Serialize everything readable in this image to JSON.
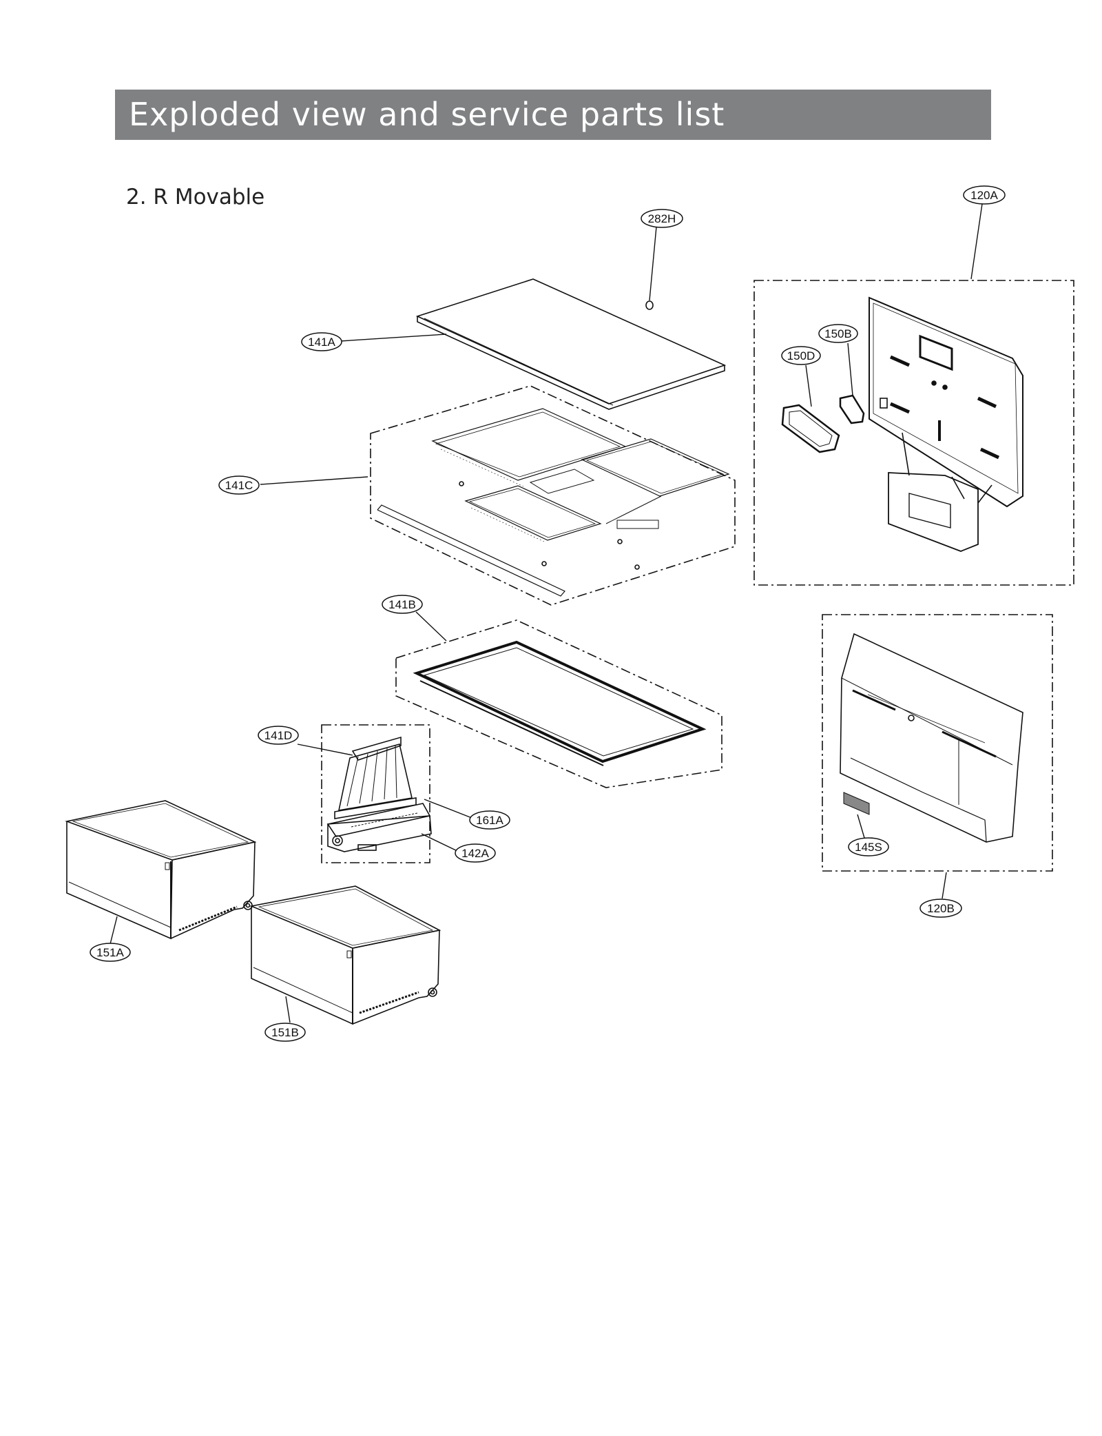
{
  "header": {
    "title": "Exploded view and service parts list"
  },
  "section": {
    "title": "2. R  Movable"
  },
  "diagram": {
    "callouts": [
      {
        "id": "282H",
        "label": "282H"
      },
      {
        "id": "120A",
        "label": "120A"
      },
      {
        "id": "141A",
        "label": "141A"
      },
      {
        "id": "150B",
        "label": "150B"
      },
      {
        "id": "150D",
        "label": "150D"
      },
      {
        "id": "141C",
        "label": "141C"
      },
      {
        "id": "141B",
        "label": "141B"
      },
      {
        "id": "141D",
        "label": "141D"
      },
      {
        "id": "161A",
        "label": "161A"
      },
      {
        "id": "142A",
        "label": "142A"
      },
      {
        "id": "145S",
        "label": "145S"
      },
      {
        "id": "120B",
        "label": "120B"
      },
      {
        "id": "151A",
        "label": "151A"
      },
      {
        "id": "151B",
        "label": "151B"
      }
    ]
  }
}
